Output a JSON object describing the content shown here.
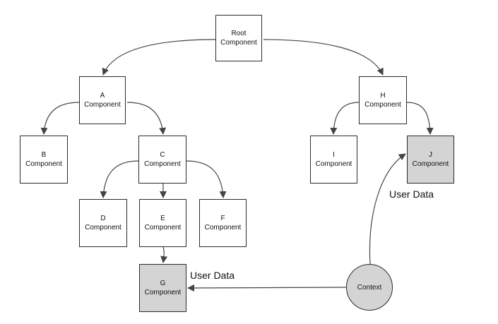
{
  "nodes": {
    "root": {
      "name": "Root",
      "suffix": "Component"
    },
    "a": {
      "name": "A",
      "suffix": "Component"
    },
    "b": {
      "name": "B",
      "suffix": "Component"
    },
    "c": {
      "name": "C",
      "suffix": "Component"
    },
    "d": {
      "name": "D",
      "suffix": "Component"
    },
    "e": {
      "name": "E",
      "suffix": "Component"
    },
    "f": {
      "name": "F",
      "suffix": "Component"
    },
    "g": {
      "name": "G",
      "suffix": "Component"
    },
    "h": {
      "name": "H",
      "suffix": "Component"
    },
    "i": {
      "name": "I",
      "suffix": "Component"
    },
    "j": {
      "name": "J",
      "suffix": "Component"
    }
  },
  "context": {
    "label": "Context"
  },
  "edge_labels": {
    "to_j": "User Data",
    "to_g": "User Data"
  },
  "colors": {
    "highlight_fill": "#d4d4d4",
    "stroke": "#444444"
  }
}
